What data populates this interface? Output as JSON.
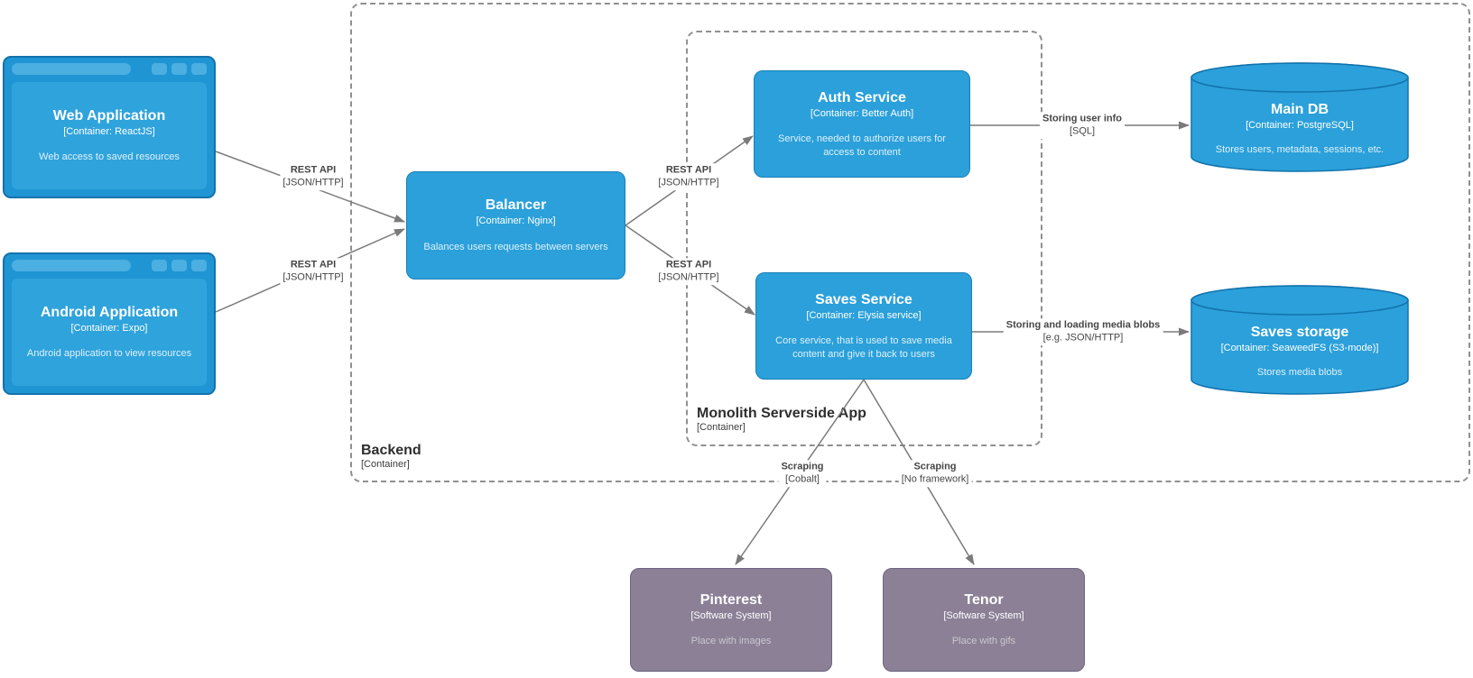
{
  "boundaries": {
    "backend": {
      "name": "Backend",
      "meta": "[Container]"
    },
    "monolith": {
      "name": "Monolith Serverside App",
      "meta": "[Container]"
    }
  },
  "nodes": {
    "web_app": {
      "name": "Web Application",
      "meta": "[Container: ReactJS]",
      "desc": "Web access to saved resources"
    },
    "android_app": {
      "name": "Android Application",
      "meta": "[Container: Expo]",
      "desc": "Android application to view resources"
    },
    "balancer": {
      "name": "Balancer",
      "meta": "[Container: Nginx]",
      "desc": "Balances users requests between servers"
    },
    "auth_service": {
      "name": "Auth Service",
      "meta": "[Container: Better Auth]",
      "desc": "Service, needed to authorize users for access to content"
    },
    "saves_service": {
      "name": "Saves Service",
      "meta": "[Container: Elysia service]",
      "desc": "Core service, that is used to save media content and give it back to users"
    },
    "main_db": {
      "name": "Main DB",
      "meta": "[Container: PostgreSQL]",
      "desc": "Stores users, metadata, sessions, etc."
    },
    "saves_storage": {
      "name": "Saves storage",
      "meta": "[Container: SeaweedFS (S3-mode)]",
      "desc": "Stores media blobs"
    },
    "pinterest": {
      "name": "Pinterest",
      "meta": "[Software System]",
      "desc": "Place with images"
    },
    "tenor": {
      "name": "Tenor",
      "meta": "[Software System]",
      "desc": "Place with gifs"
    }
  },
  "edges": {
    "web_to_balancer": {
      "label": "REST API",
      "meta": "[JSON/HTTP]"
    },
    "android_to_balancer": {
      "label": "REST API",
      "meta": "[JSON/HTTP]"
    },
    "balancer_to_auth": {
      "label": "REST API",
      "meta": "[JSON/HTTP]"
    },
    "balancer_to_saves": {
      "label": "REST API",
      "meta": "[JSON/HTTP]"
    },
    "auth_to_maindb": {
      "label": "Storing user info",
      "meta": "[SQL]"
    },
    "saves_to_storage": {
      "label": "Storing and loading media blobs",
      "meta": "[e.g. JSON/HTTP]"
    },
    "saves_to_pinterest": {
      "label": "Scraping",
      "meta": "[Cobalt]"
    },
    "saves_to_tenor": {
      "label": "Scraping",
      "meta": "[No framework]"
    }
  },
  "colors": {
    "container_blue": "#2ba0da",
    "browser_frame_blue": "#2095d4",
    "browser_accent_blue": "#4bafe1",
    "border_blue": "#1272ac",
    "external_gray": "#8b8096",
    "edge_gray": "#7a7a7a",
    "boundary_dash_gray": "#909090",
    "background": "#ffffff"
  }
}
